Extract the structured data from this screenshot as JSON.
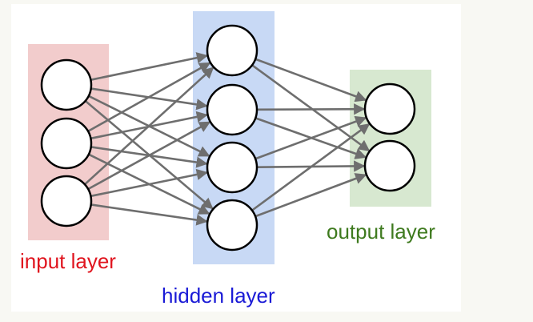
{
  "diagram": {
    "type": "neural-network",
    "layers": [
      {
        "id": "input",
        "label": "input layer",
        "nodes": 3,
        "box_color": "#f2cccc",
        "label_color": "#e0141e"
      },
      {
        "id": "hidden",
        "label": "hidden layer",
        "nodes": 4,
        "box_color": "#c8d9f5",
        "label_color": "#1a1ad6"
      },
      {
        "id": "output",
        "label": "output layer",
        "nodes": 2,
        "box_color": "#d7e8d0",
        "label_color": "#3e7a1e"
      }
    ],
    "connections": "fully-connected",
    "edge_color": "#6e6e6e",
    "node_fill": "#ffffff",
    "node_stroke": "#000000"
  }
}
